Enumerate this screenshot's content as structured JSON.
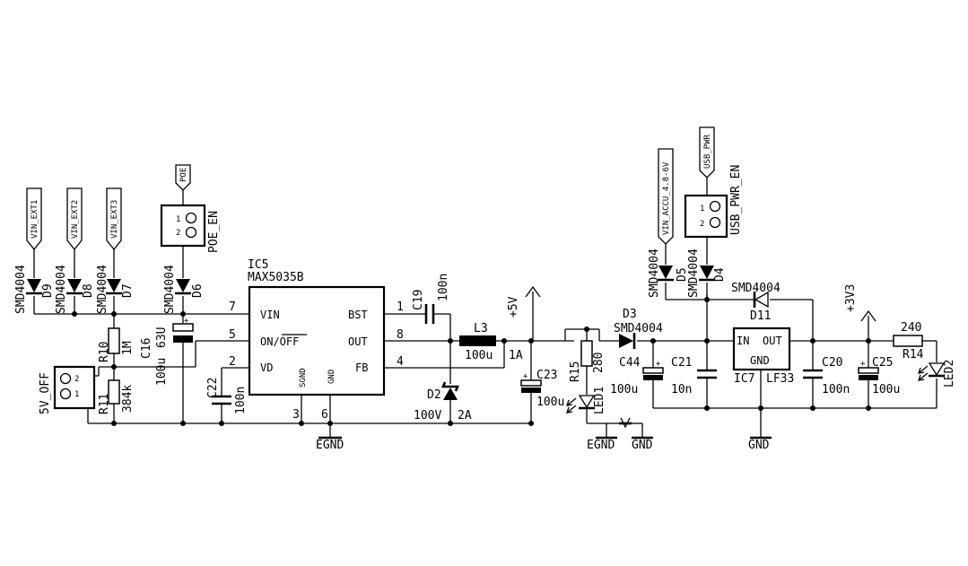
{
  "ic5": {
    "ref": "IC5",
    "part": "MAX5035B",
    "pins": {
      "vin": "VIN",
      "onoff": "ON/OFF",
      "vd": "VD",
      "bst": "BST",
      "out": "OUT",
      "fb": "FB",
      "sgnd": "SGND",
      "gnd": "GND"
    },
    "pin_numbers": {
      "vin": "7",
      "onoff": "5",
      "vd": "2",
      "bst": "1",
      "out": "8",
      "fb": "4",
      "sgnd": "3",
      "gnd": "6"
    }
  },
  "ic7": {
    "ref": "IC7",
    "part": "LF33",
    "pins": {
      "in": "IN",
      "out": "OUT",
      "gnd": "GND"
    }
  },
  "labels": {
    "vin_ext1": "VIN_EXT1",
    "vin_ext2": "VIN_EXT2",
    "vin_ext3": "VIN_EXT3",
    "poe": "POE",
    "vin_accu": "VIN_ACCU_4.8-6V",
    "usb_pwr": "USB_PWR"
  },
  "connectors": {
    "poe_en": "POE_EN",
    "usb_pwr_en": "USB_PWR_EN",
    "v5_off": "5V_OFF",
    "pin1": "1",
    "pin2": "2"
  },
  "diodes": {
    "d9": "D9",
    "d8": "D8",
    "d7": "D7",
    "d6": "D6",
    "d5": "D5",
    "d4": "D4",
    "d3": "D3",
    "d11": "D11",
    "d2": "D2",
    "smd4004": "SMD4004",
    "d2_rating": "100V",
    "d2_current": "2A"
  },
  "resistors": {
    "r10": "R10",
    "r10_value": "1M",
    "r11": "R11",
    "r11_value": "384k",
    "r15": "R15",
    "r15_value": "280",
    "r14": "R14",
    "r14_value": "240"
  },
  "capacitors": {
    "c16": "C16",
    "c16_voltage": "63U",
    "c16_value": "100u",
    "c22": "C22",
    "c22_value": "100n",
    "c19": "C19",
    "c19_value": "100n",
    "c23": "C23",
    "c23_value": "100u",
    "c44": "C44",
    "c44_value": "100u",
    "c21": "C21",
    "c21_value": "10n",
    "c20": "C20",
    "c20_value": "100n",
    "c25": "C25",
    "c25_value": "100u"
  },
  "inductor": {
    "ref": "L3",
    "value": "100u",
    "current": "1A"
  },
  "leds": {
    "led1": "LED1",
    "led2": "LED2"
  },
  "supplies": {
    "v5": "+5V",
    "v3v3": "+3V3"
  },
  "grounds": {
    "egnd": "EGND",
    "gnd": "GND"
  },
  "polarity": {
    "plus": "+"
  }
}
